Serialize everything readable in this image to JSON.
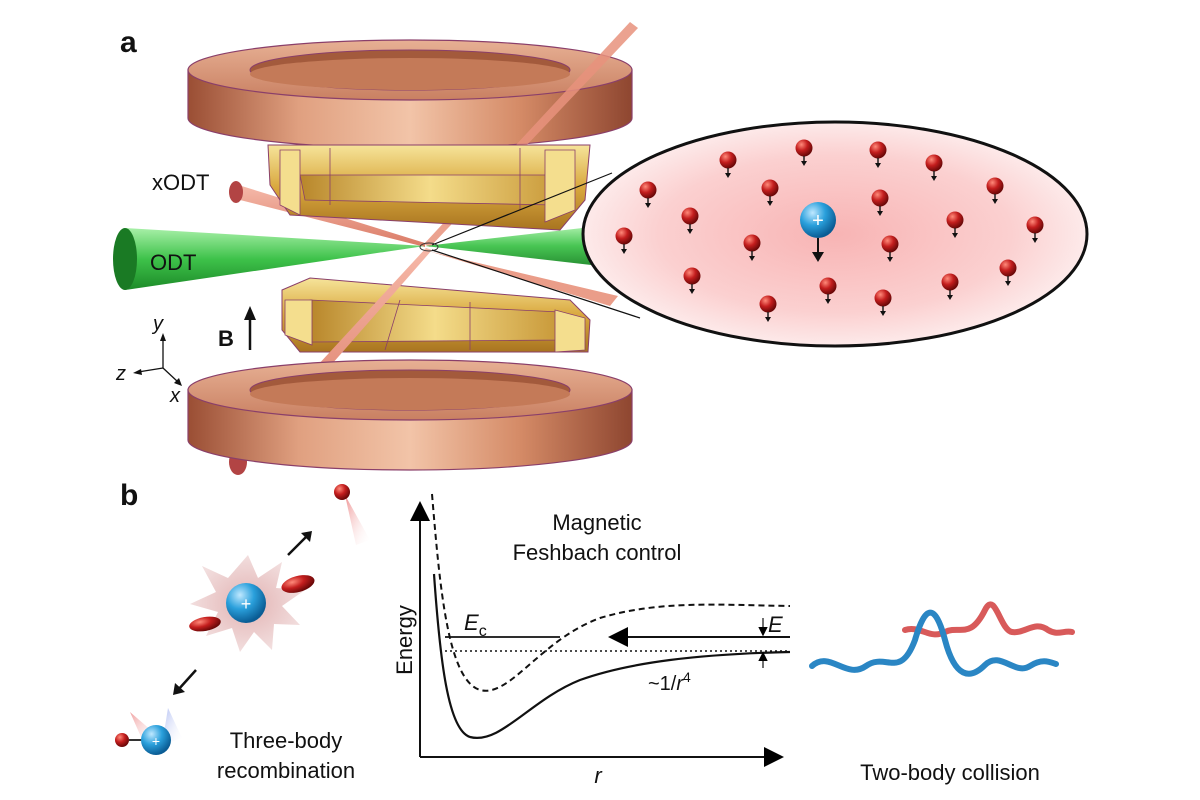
{
  "panel_a": {
    "label": "a",
    "beam_labels": {
      "xodt": "xODT",
      "odt": "ODT"
    },
    "field_label": "B",
    "axes": {
      "y": "y",
      "z": "z",
      "x": "x"
    },
    "ion_symbol": "+"
  },
  "panel_b": {
    "label": "b",
    "three_body": {
      "line1": "Three-body",
      "line2": "recombination",
      "ion_symbol": "+"
    },
    "potential_plot": {
      "title_line1": "Magnetic",
      "title_line2": "Feshbach control",
      "ylabel": "Energy",
      "xlabel": "r",
      "ec_label": "E",
      "ec_subscript": "c",
      "e_label": "E",
      "asymptote_label_prefix": "~1/",
      "asymptote_label_var": "r",
      "asymptote_label_exp": "4"
    },
    "two_body": {
      "label": "Two-body collision"
    }
  },
  "colors": {
    "copper": "#c8785a",
    "gold": "#e8c860",
    "odt_green": "#3ec24a",
    "xodt_pink": "#e8927c",
    "atom_red": "#b01818",
    "ion_blue": "#2aa0dc",
    "cloud_pink": "#f6c4c4",
    "wave_blue": "#2a86c4",
    "wave_red": "#d85a5a"
  }
}
